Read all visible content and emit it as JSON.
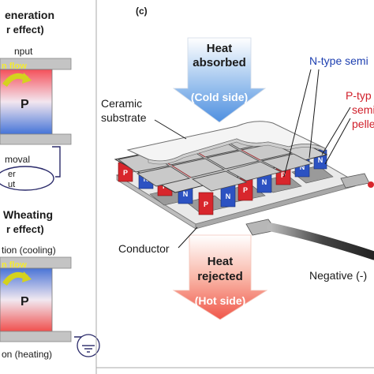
{
  "left_panel": {
    "generation_title": "eneration",
    "generation_subtitle": "r effect)",
    "input_label": "nput",
    "flow_label": "n flow",
    "element_label": "P",
    "removal_label": "moval",
    "load_line1": "er",
    "load_line2": "ut",
    "heating_title": "Wheating",
    "heating_subtitle": "r effect)",
    "cooling_label": "tion (cooling)",
    "flow_label_2": "n flow",
    "element_label_2": "P",
    "heating_label": "on (heating)"
  },
  "right_panel": {
    "panel_letter": "(c)",
    "heat_absorbed_line1": "Heat",
    "heat_absorbed_line2": "absorbed",
    "cold_side": "(Cold side)",
    "ceramic_line1": "Ceramic",
    "ceramic_line2": "substrate",
    "ntype": "N-type semi",
    "ptype_line1": "P-typ",
    "ptype_line2": "semi",
    "ptype_line3": "pellet",
    "conductor": "Conductor",
    "heat_rejected_line1": "Heat",
    "heat_rejected_line2": "rejected",
    "hot_side": "(Hot side)",
    "negative": "Negative (-)",
    "p_letter": "P",
    "n_letter": "N"
  },
  "colors": {
    "hot": "#f0453a",
    "cold": "#4b7fd6",
    "ntype_label": "#1d3fb0",
    "ptype_label": "#d01f2a",
    "flow_yellow": "#f4ea30"
  }
}
